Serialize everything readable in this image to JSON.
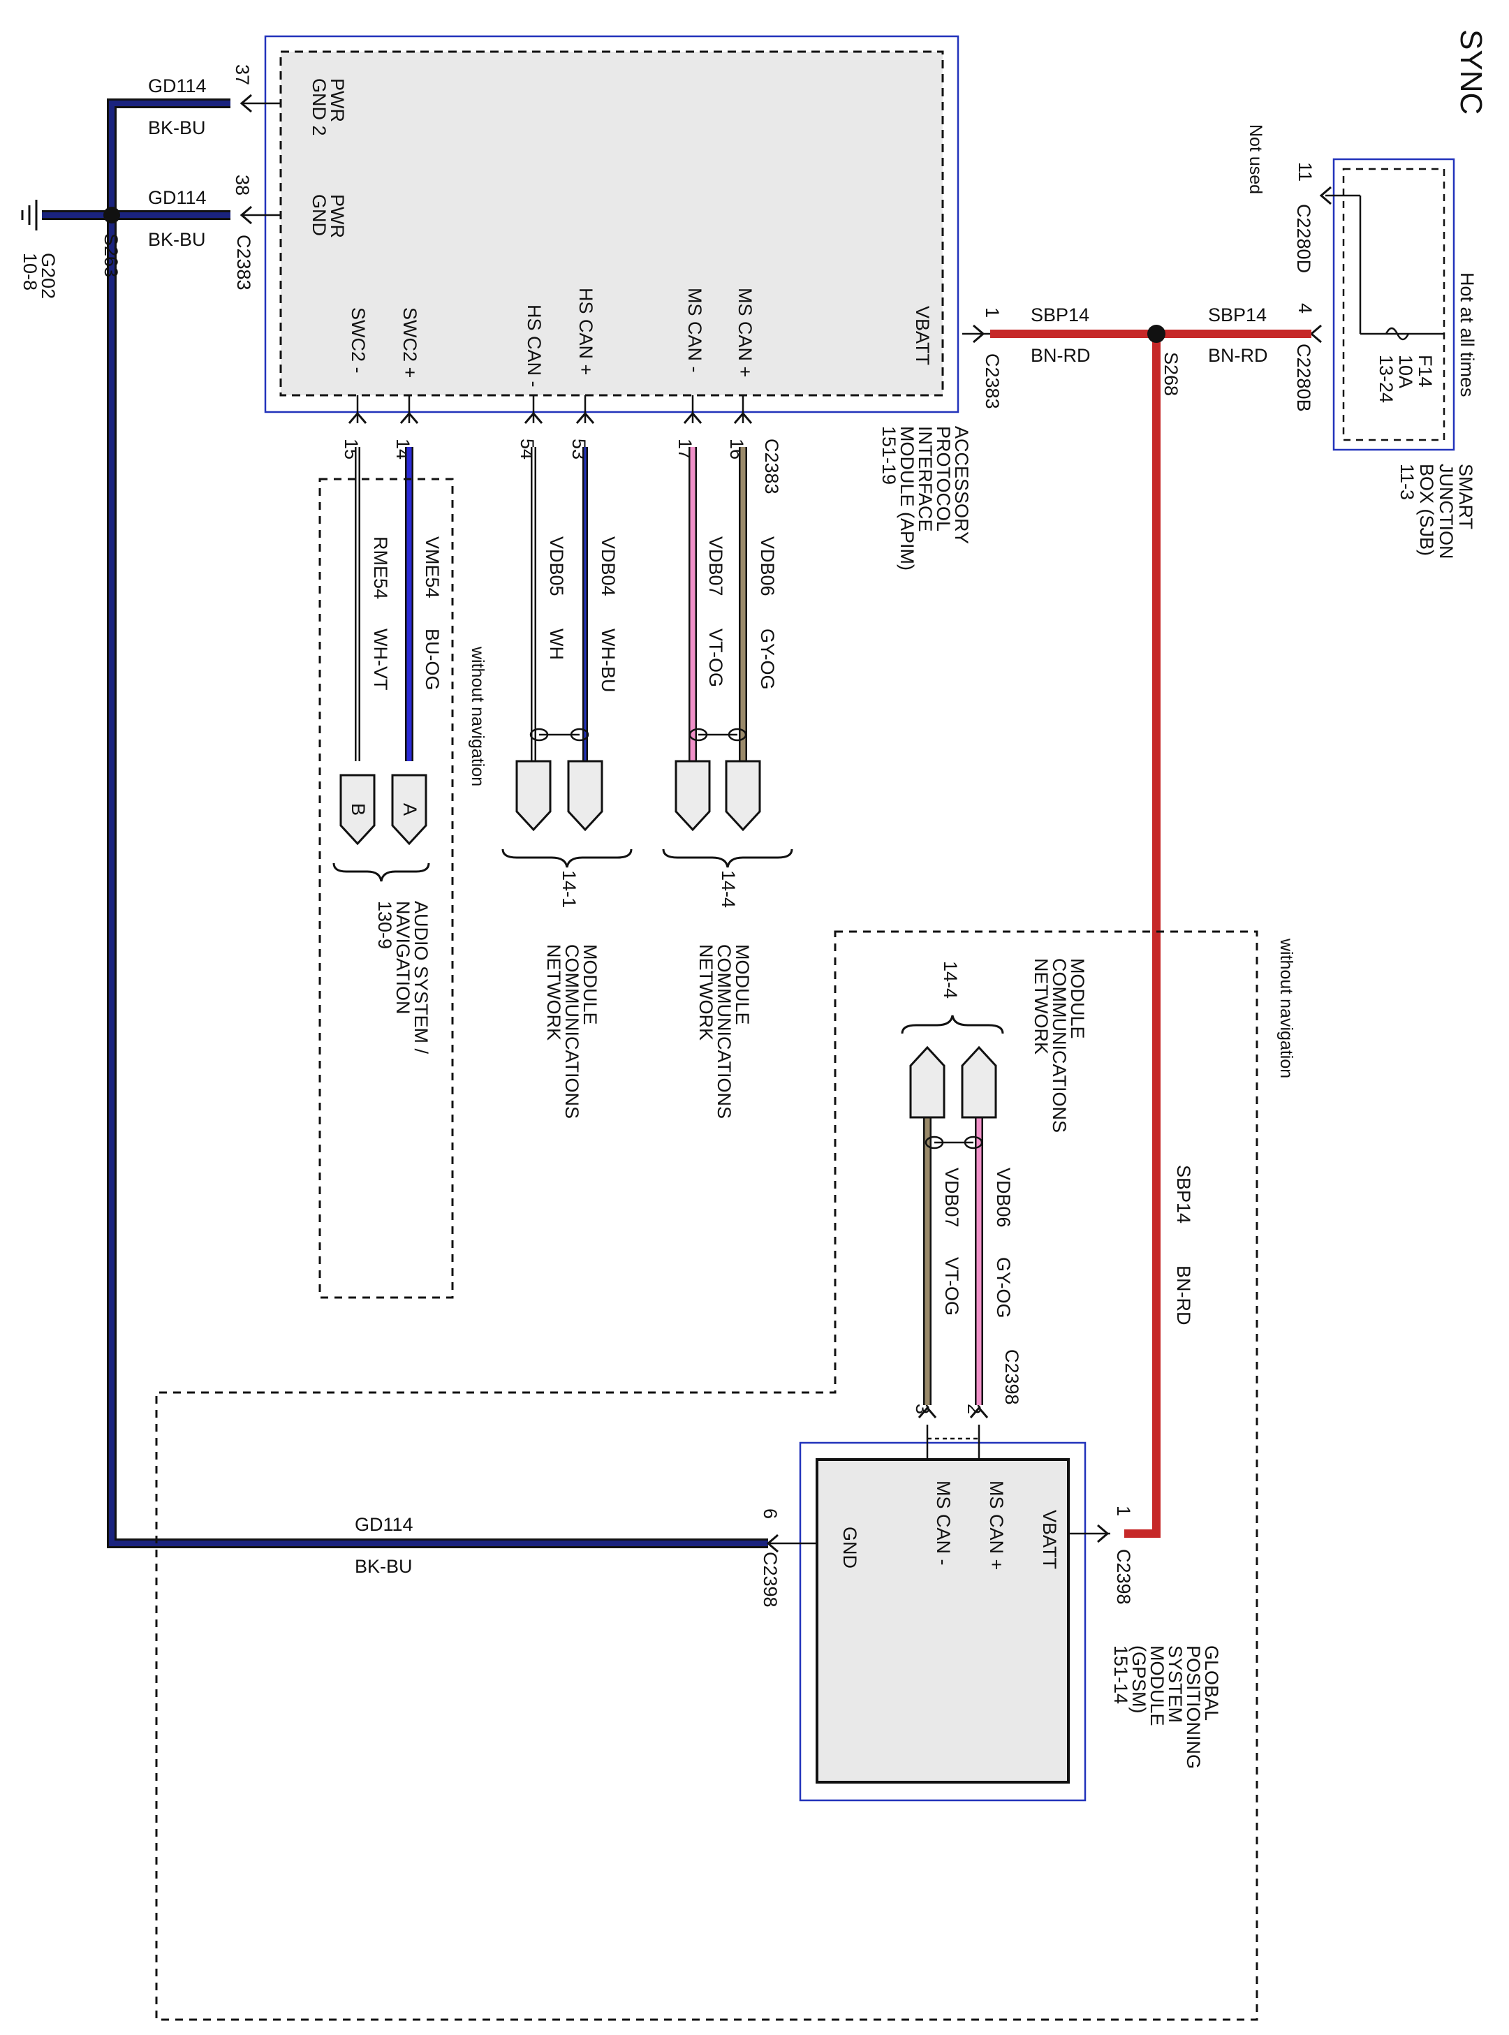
{
  "title": "SYNC",
  "colors": {
    "bn_rd": "#c62828",
    "bk_bu": "#1a237e",
    "bu_og": "#2b2bd6",
    "wh_bu": "#2233bb",
    "vt_og": "#f090c8",
    "gy_og": "#9a8a6a",
    "module_box": "#2233bb"
  },
  "sjb": {
    "name": [
      "SMART",
      "JUNCTION",
      "BOX (SJB)",
      "11-3"
    ],
    "fuse": [
      "F14",
      "10A",
      "13-24"
    ],
    "hot": "Hot at all times",
    "not_used": "Not used",
    "pin11": "11",
    "c2280d": "C2280D",
    "pin4": "4",
    "c2280b": "C2280B"
  },
  "apim": {
    "name": [
      "ACCESSORY",
      "PROTOCOL",
      "INTERFACE",
      "MODULE (APIM)",
      "151-19"
    ],
    "connector": "C2383",
    "pwr_gnd2": [
      "PWR",
      "GND 2"
    ],
    "pwr_gnd": [
      "PWR",
      "GND"
    ],
    "vbatt": "VBATT",
    "pins": {
      "p37": "37",
      "p38": "38",
      "p1": "1",
      "p16": "16",
      "p17": "17",
      "p53": "53",
      "p54": "54",
      "p14": "14",
      "p15": "15"
    },
    "ms_can_plus": "MS CAN +",
    "ms_can_minus": "MS CAN -",
    "hs_can_plus": "HS CAN +",
    "hs_can_minus": "HS CAN -",
    "swc2_plus": "SWC2 +",
    "swc2_minus": "SWC2 -"
  },
  "wires": {
    "gd114": "GD114",
    "bk_bu": "BK-BU",
    "sbp14": "SBP14",
    "bn_rd": "BN-RD",
    "vdb06": "VDB06",
    "gy_og": "GY-OG",
    "vdb07": "VDB07",
    "vt_og": "VT-OG",
    "vdb04": "VDB04",
    "wh_bu": "WH-BU",
    "vdb05": "VDB05",
    "wh": "WH",
    "vme54": "VME54",
    "bu_og": "BU-OG",
    "rme54": "RME54",
    "wh_vt": "WH-VT"
  },
  "splices": {
    "s263": "S263",
    "s268": "S268"
  },
  "ground": {
    "g202": "G202",
    "page": "10-8"
  },
  "connectors": {
    "a": "A",
    "b": "B"
  },
  "refs": {
    "ref_14_1": "14-1",
    "ref_14_4": "14-4",
    "ref_130_9": "130-9",
    "mcn": [
      "MODULE",
      "COMMUNICATIONS",
      "NETWORK"
    ],
    "audio": [
      "AUDIO SYSTEM /",
      "NAVIGATION"
    ]
  },
  "without_navigation": "without navigation",
  "gpsm": {
    "name": [
      "GLOBAL",
      "POSITIONING",
      "SYSTEM",
      "MODULE",
      "(GPSM)",
      "151-14"
    ],
    "connector": "C2398",
    "vbatt": "VBATT",
    "ms_can_plus": "MS CAN +",
    "ms_can_minus": "MS CAN -",
    "gnd": "GND",
    "p1": "1",
    "p2": "2",
    "p3": "3",
    "p6": "6"
  }
}
